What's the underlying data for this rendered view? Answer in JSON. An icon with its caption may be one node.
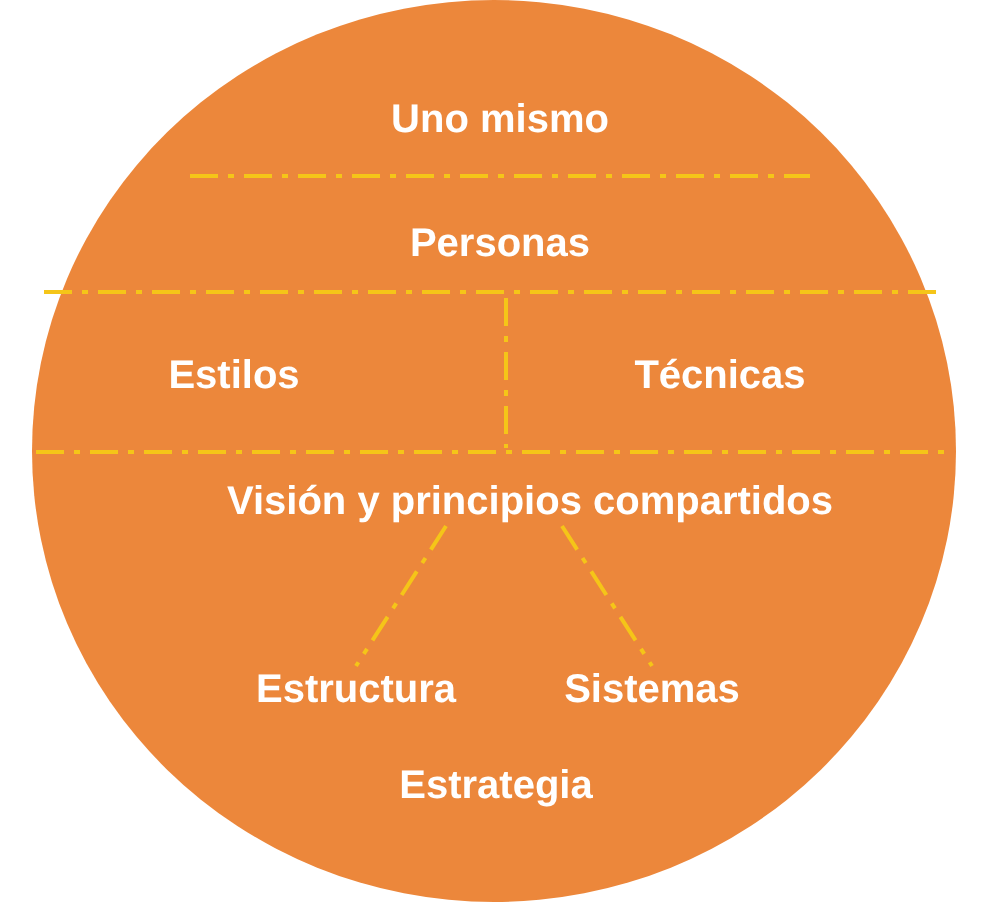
{
  "diagram": {
    "nodes": [
      {
        "text": [],
        "shape": "circle"
      },
      {
        "text": [
          "Visión y principios compartidos"
        ],
        "in": 0
      },
      {
        "text": [
          "Estructura"
        ],
        "in": 0
      },
      {
        "text": [
          "Sistemas"
        ],
        "in": 0
      }
    ],
    "edges": [
      {
        "from": 1,
        "to": 2,
        "arrow": "none",
        "style": "dashed"
      },
      {
        "from": 1,
        "to": 3,
        "arrow": "none",
        "style": "dashed"
      }
    ],
    "labels": [
      "Uno mismo",
      "Personas",
      "Estilos",
      "Técnicas",
      "Estrategia"
    ]
  }
}
